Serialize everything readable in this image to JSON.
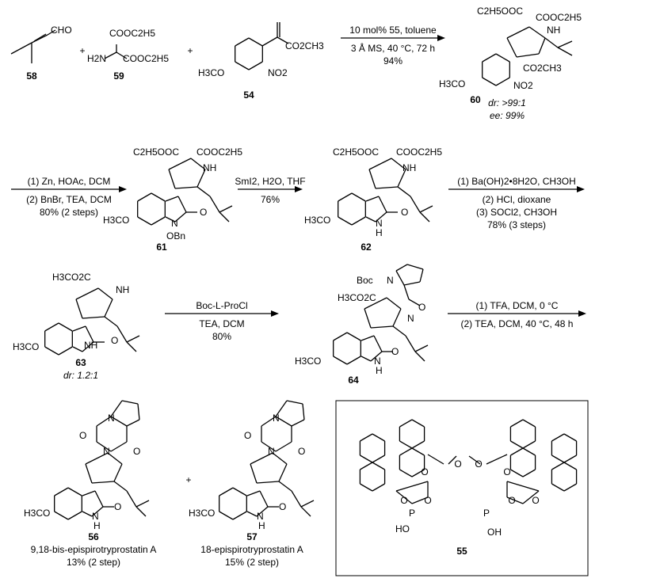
{
  "compounds": {
    "c58": {
      "number": "58",
      "labels": [
        "CHO"
      ]
    },
    "c59": {
      "number": "59",
      "labels": [
        "COOC2H5",
        "H2N",
        "COOC2H5"
      ]
    },
    "c54": {
      "number": "54",
      "labels": [
        "H3CO",
        "CO2CH3",
        "NO2"
      ]
    },
    "c60": {
      "number": "60",
      "labels": [
        "C2H5OOC",
        "COOC2H5",
        "NH",
        "H3CO",
        "CO2CH3",
        "NO2"
      ],
      "dr": "dr: >99:1",
      "ee": "ee: 99%"
    },
    "c61": {
      "number": "61",
      "labels": [
        "C2H5OOC",
        "COOC2H5",
        "NH",
        "H3CO",
        "O",
        "N",
        "OBn"
      ]
    },
    "c62": {
      "number": "62",
      "labels": [
        "C2H5OOC",
        "COOC2H5",
        "NH",
        "H3CO",
        "O",
        "N",
        "H"
      ]
    },
    "c63": {
      "number": "63",
      "labels": [
        "H3CO2C",
        "NH",
        "H3CO",
        "O",
        "NH"
      ],
      "dr": "dr: 1.2:1"
    },
    "c64": {
      "number": "64",
      "labels": [
        "Boc",
        "N",
        "H3CO2C",
        "O",
        "N",
        "H3CO",
        "O",
        "N",
        "H"
      ]
    },
    "c56": {
      "number": "56",
      "labels": [
        "O",
        "N",
        "N",
        "O",
        "H3CO",
        "O",
        "N",
        "H"
      ],
      "name": "9,18-bis-epispirotryprostatin A",
      "yield": "13% (2 step)"
    },
    "c57": {
      "number": "57",
      "labels": [
        "O",
        "N",
        "N",
        "O",
        "H3CO",
        "O",
        "N",
        "H"
      ],
      "name": "18-epispirotryprostatin A",
      "yield": "15% (2 step)"
    },
    "c55": {
      "number": "55",
      "labels": [
        "O",
        "O",
        "O",
        "O",
        "P",
        "P",
        "O",
        "O",
        "O",
        "O",
        "HO",
        "OH"
      ]
    }
  },
  "plus_signs": [
    "+",
    "+",
    "+"
  ],
  "arrows": [
    {
      "above": [
        "10 mol% 55, toluene"
      ],
      "below": [
        "3 Å MS, 40 °C, 72 h",
        "94%"
      ]
    },
    {
      "above": [
        "(1) Zn, HOAc, DCM"
      ],
      "below": [
        "(2) BnBr, TEA, DCM",
        "80% (2 steps)"
      ]
    },
    {
      "above": [
        "SmI2, H2O, THF"
      ],
      "below": [
        "76%"
      ]
    },
    {
      "above": [
        "(1) Ba(OH)2•8H2O, CH3OH"
      ],
      "below": [
        "(2) HCl, dioxane",
        "(3) SOCl2, CH3OH",
        "78% (3 steps)"
      ]
    },
    {
      "above": [
        "Boc-L-ProCl"
      ],
      "below": [
        "TEA, DCM",
        "80%"
      ]
    },
    {
      "above": [
        "(1) TFA, DCM, 0 °C"
      ],
      "below": [
        "(2) TEA, DCM, 40 °C, 48 h"
      ]
    }
  ]
}
